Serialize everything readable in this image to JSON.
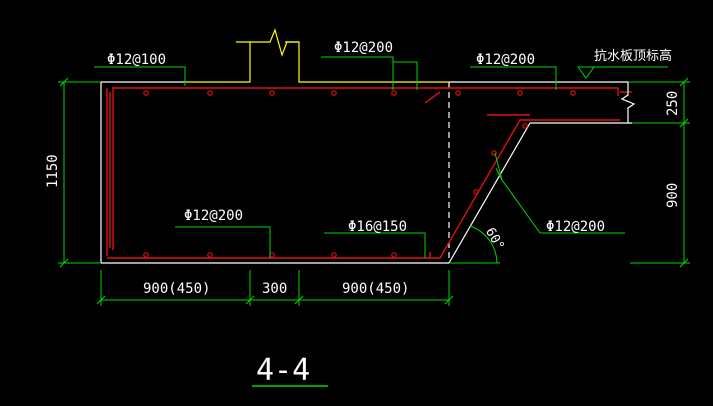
{
  "labels": {
    "top_left": "Φ12@100",
    "top_middle": "Φ12@200",
    "top_right": "Φ12@200",
    "elevation": "抗水板顶标高",
    "bottom_left": "Φ12@200",
    "bottom_middle": "Φ16@150",
    "slope_right": "Φ12@200",
    "angle": "60°"
  },
  "dimensions": {
    "height_total": "1150",
    "right_top": "250",
    "right_bottom": "900",
    "bottom_left": "900(450)",
    "bottom_middle": "300",
    "bottom_right": "900(450)"
  },
  "section_title": "4-4",
  "colors": {
    "background": "#000000",
    "dimension": "#00d800",
    "concrete": "#ffffff",
    "rebar": "#e01010",
    "wall": "#ffff00"
  }
}
